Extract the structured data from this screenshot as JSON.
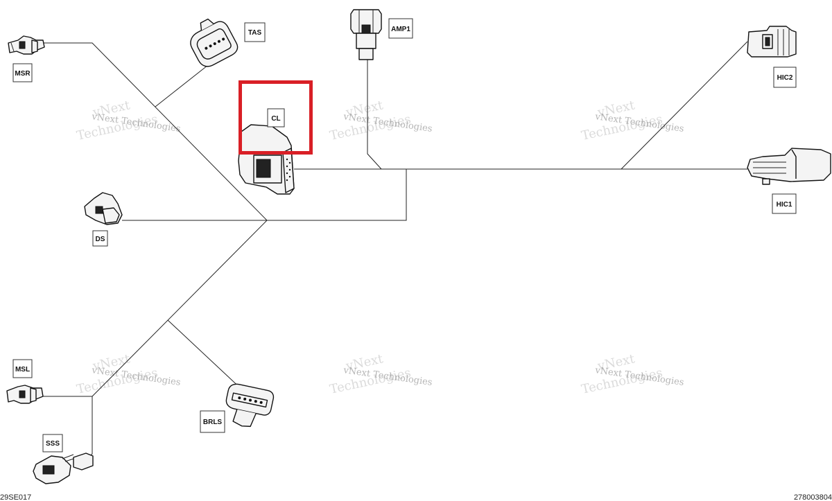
{
  "diagram": {
    "labels": {
      "msr": "MSR",
      "tas": "TAS",
      "amp1": "AMP1",
      "hic2": "HIC2",
      "hic1": "HIC1",
      "cl": "CL",
      "ds": "DS",
      "msl": "MSL",
      "sss": "SSS",
      "brls": "BRLS"
    },
    "highlighted_connector": "CL",
    "highlight_color": "#d91f26",
    "watermark": {
      "line1": "vNext Technologies",
      "line2": "Technologies",
      "line3": "vNext"
    },
    "figure_code_left": "29SE017",
    "figure_code_right": "278003804"
  }
}
